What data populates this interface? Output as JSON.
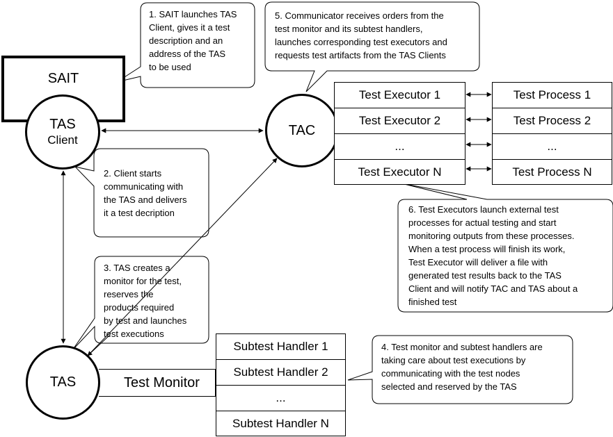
{
  "nodes": {
    "sait": "SAIT",
    "tas_client_line1": "TAS",
    "tas_client_line2": "Client",
    "tac": "TAC",
    "tas": "TAS",
    "test_monitor": "Test Monitor"
  },
  "executors": [
    "Test Executor 1",
    "Test Executor 2",
    "...",
    "Test Executor N"
  ],
  "processes": [
    "Test Process 1",
    "Test Process 2",
    "...",
    "Test Process N"
  ],
  "subtest_handlers": [
    "Subtest Handler 1",
    "Subtest Handler 2",
    "...",
    "Subtest Handler N"
  ],
  "notes": {
    "note1": [
      "1. SAIT launches TAS",
      "Client, gives it a test",
      "description and an",
      "address of the TAS",
      "to be used"
    ],
    "note2": [
      "2. Client starts",
      "communicating with",
      "the TAS and delivers",
      "it a test decription"
    ],
    "note3": [
      "3. TAS creates a",
      "monitor for the test,",
      "reserves the",
      "products required",
      "by test and launches",
      "test executions"
    ],
    "note4": [
      "4. Test monitor and subtest handlers are",
      "taking care about test executions by",
      "communicating with the test nodes",
      "selected and reserved by the TAS"
    ],
    "note5": [
      "5. Communicator receives orders from the",
      "test monitor and its subtest handlers,",
      "launches corresponding test executors and",
      "requests test artifacts from the TAS Clients"
    ],
    "note6": [
      "6. Test Executors launch external test",
      "processes for actual testing and start",
      "monitoring outputs from these processes.",
      "When a test process will finish its work,",
      "Test Executor will deliver a file with",
      "generated test results back to the TAS",
      "Client and will notify TAC and TAS about a",
      "finished test"
    ]
  }
}
